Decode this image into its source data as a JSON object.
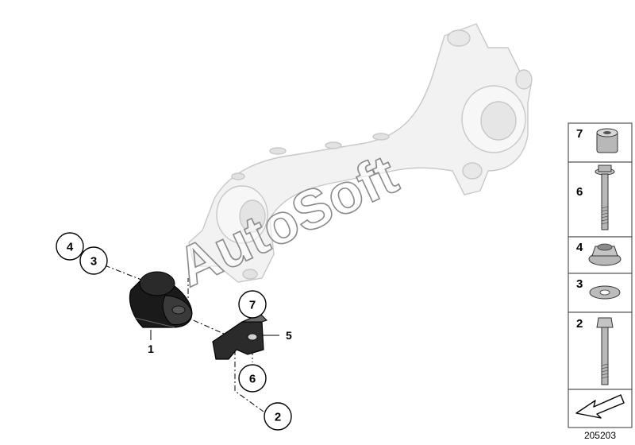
{
  "diagram": {
    "callouts": [
      "4",
      "3",
      "7",
      "6",
      "2"
    ],
    "plain_labels": [
      "1",
      "5"
    ],
    "parts_panel": {
      "items": [
        {
          "number": "7",
          "part": "sleeve-icon"
        },
        {
          "number": "6",
          "part": "collar-bolt-icon"
        },
        {
          "number": "4",
          "part": "flange-nut-icon"
        },
        {
          "number": "3",
          "part": "washer-icon"
        },
        {
          "number": "2",
          "part": "hex-bolt-icon"
        }
      ],
      "footer_icon": "arrow-icon"
    },
    "document_id": "205203",
    "watermark": "AutoSoft",
    "colors": {
      "ink": "#000000",
      "arm_fill": "#f2f2f2",
      "arm_outline": "#c8c8c8",
      "bushing": "#1a1a1a",
      "panel_border": "#555555",
      "hardware": "#b8b8b8"
    }
  }
}
